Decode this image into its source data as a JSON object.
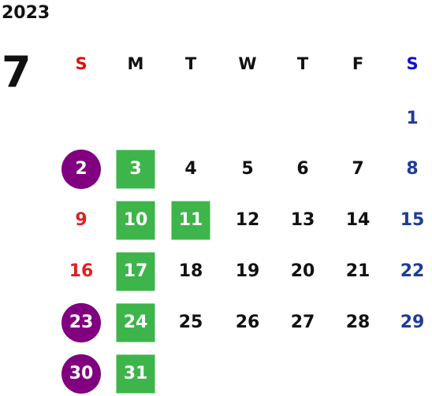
{
  "calendar": {
    "year": "2023",
    "month": "7",
    "weekdays": [
      "S",
      "M",
      "T",
      "W",
      "T",
      "F",
      "S"
    ],
    "colors": {
      "sunday_text": "#dd2222",
      "saturday_text": "#1e3c96",
      "sunday_header": "#e01010",
      "saturday_header": "#1010d0",
      "weekday_text": "#111111",
      "on_mark_text": "#ffffff",
      "purple_mark": "#800080",
      "green_mark": "#3db54a"
    },
    "weeks": [
      [
        null,
        null,
        null,
        null,
        null,
        null,
        {
          "day": "1"
        }
      ],
      [
        {
          "day": "2",
          "mark": "purple-circle"
        },
        {
          "day": "3",
          "mark": "green-square"
        },
        {
          "day": "4"
        },
        {
          "day": "5"
        },
        {
          "day": "6"
        },
        {
          "day": "7"
        },
        {
          "day": "8"
        }
      ],
      [
        {
          "day": "9"
        },
        {
          "day": "10",
          "mark": "green-square"
        },
        {
          "day": "11",
          "mark": "green-square"
        },
        {
          "day": "12"
        },
        {
          "day": "13"
        },
        {
          "day": "14"
        },
        {
          "day": "15"
        }
      ],
      [
        {
          "day": "16"
        },
        {
          "day": "17",
          "mark": "green-square"
        },
        {
          "day": "18"
        },
        {
          "day": "19"
        },
        {
          "day": "20"
        },
        {
          "day": "21"
        },
        {
          "day": "22"
        }
      ],
      [
        {
          "day": "23",
          "mark": "purple-circle"
        },
        {
          "day": "24",
          "mark": "green-square"
        },
        {
          "day": "25"
        },
        {
          "day": "26"
        },
        {
          "day": "27"
        },
        {
          "day": "28"
        },
        {
          "day": "29"
        }
      ],
      [
        {
          "day": "30",
          "mark": "purple-circle"
        },
        {
          "day": "31",
          "mark": "green-square"
        },
        null,
        null,
        null,
        null,
        null
      ]
    ]
  }
}
